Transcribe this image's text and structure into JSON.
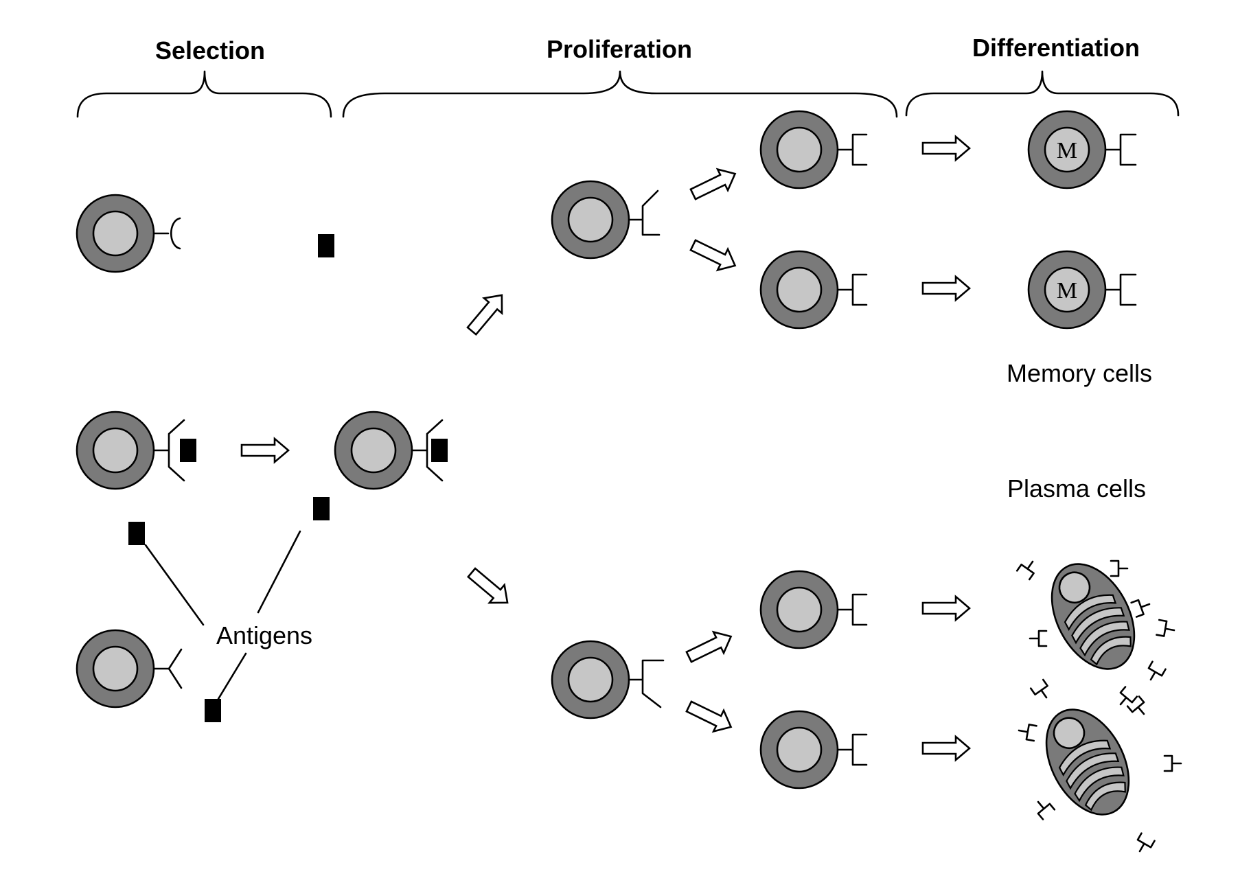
{
  "headings": {
    "selection": "Selection",
    "proliferation": "Proliferation",
    "differentiation": "Differentiation"
  },
  "labels": {
    "antigens": "Antigens",
    "memory_cells": "Memory cells",
    "plasma_cells": "Plasma cells",
    "memory_marker": "M"
  },
  "colors": {
    "cell_outer": "#7a7a7a",
    "cell_nucleus": "#c6c6c6",
    "antigen": "#000000",
    "outline": "#000000",
    "background": "#ffffff"
  }
}
